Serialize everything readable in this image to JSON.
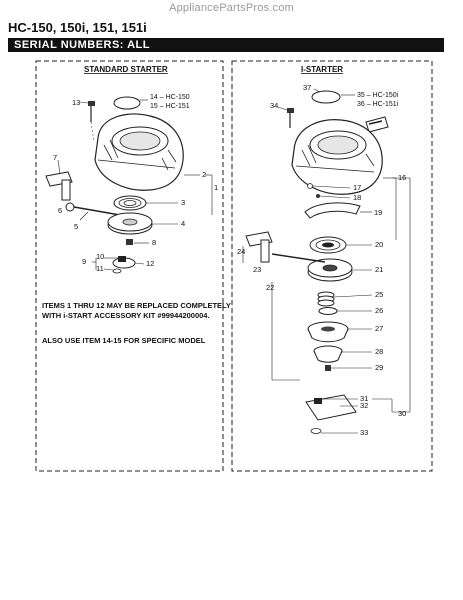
{
  "header": {
    "watermark": "AppliancePartsPros.com",
    "model": "HC-150, 150i, 151, 151i",
    "serial": "SERIAL NUMBERS: ALL"
  },
  "sections": {
    "standard": {
      "title": "STANDARD STARTER"
    },
    "istarter": {
      "title": "I-STARTER"
    }
  },
  "notes": {
    "note1": "ITEMS 1 THRU 12 MAY BE REPLACED COMPLETELY WITH i-START ACCESSORY KIT #99944200004.",
    "note2": "ALSO USE ITEM 14-15 FOR SPECIFIC MODEL"
  },
  "labels": {
    "p1": "1",
    "p2": "2",
    "p3": "3",
    "p4": "4",
    "p5": "5",
    "p6": "6",
    "p7": "7",
    "p8": "8",
    "p9": "9",
    "p10": "10",
    "p11": "11",
    "p12": "12",
    "p13": "13",
    "p14": "14 – HC-150",
    "p15": "15 – HC-151",
    "p16": "16",
    "p17": "17",
    "p18": "18",
    "p19": "19",
    "p20": "20",
    "p21": "21",
    "p22": "22",
    "p23": "23",
    "p24": "24",
    "p25": "25",
    "p26": "26",
    "p27": "27",
    "p28": "28",
    "p29": "29",
    "p30": "30",
    "p31": "31",
    "p32": "32",
    "p33": "33",
    "p34": "34",
    "p35": "35 – HC-150i",
    "p36": "36 – HC-151i",
    "p37": "37"
  }
}
